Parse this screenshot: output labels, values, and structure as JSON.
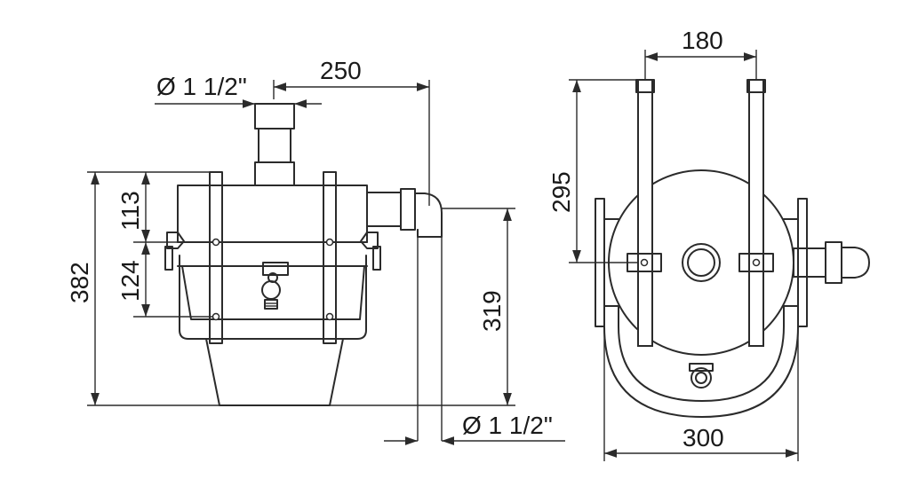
{
  "side_view": {
    "dim_pipe_diameter_top": "Ø 1 1/2\"",
    "dim_width_250": "250",
    "dim_height_113": "113",
    "dim_height_124": "124",
    "dim_height_382": "382",
    "dim_height_319": "319",
    "dim_pipe_diameter_bottom": "Ø 1 1/2\""
  },
  "top_view": {
    "dim_width_180": "180",
    "dim_height_295": "295",
    "dim_width_300": "300"
  }
}
